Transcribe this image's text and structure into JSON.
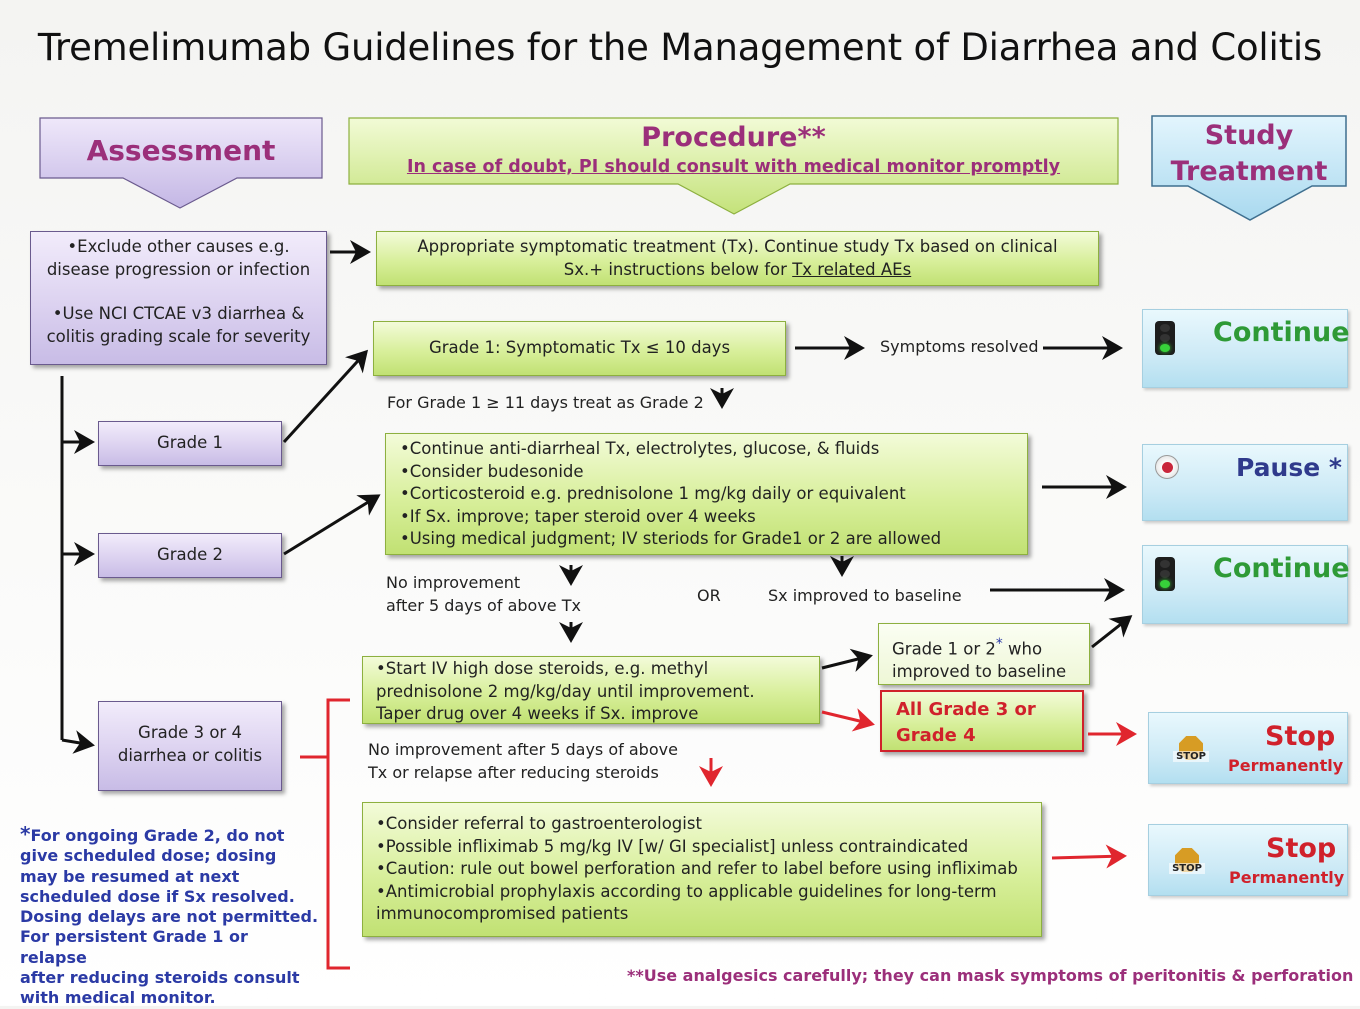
{
  "title": "Tremelimumab Guidelines for the Management of Diarrhea and Colitis",
  "headers": {
    "assessment": "Assessment",
    "procedure": "Procedure**",
    "procedure_sub": "In case of doubt, PI should consult with medical monitor promptly",
    "study_line1": "Study",
    "study_line2": "Treatment"
  },
  "assessment_box": {
    "line1": "•Exclude other causes e.g.",
    "line2": "disease progression or infection",
    "line3": "•Use NCI CTCAE v3 diarrhea &",
    "line4": "colitis grading scale for severity"
  },
  "symptomatic_box": {
    "line1": "Appropriate symptomatic treatment (Tx).  Continue study Tx based on clinical",
    "line2_prefix": "Sx.+ instructions below for ",
    "line2_link": "Tx related AEs"
  },
  "grade1_tx": "Grade 1: Symptomatic Tx ≤ 10 days",
  "symptoms_resolved": "Symptoms resolved",
  "grade1_note": "For Grade 1 ≥ 11 days treat as Grade 2",
  "grades": {
    "grade1": "Grade 1",
    "grade2": "Grade 2",
    "grade34_line1": "Grade 3 or 4",
    "grade34_line2": "diarrhea or colitis"
  },
  "grade2_box": [
    "•Continue anti-diarrheal Tx, electrolytes, glucose, & fluids",
    "•Consider budesonide",
    "•Corticosteroid e.g. prednisolone 1 mg/kg daily or equivalent",
    "•If Sx. improve; taper steroid over 4 weeks",
    "•Using medical judgment; IV steriods for Grade1 or 2 are allowed"
  ],
  "no_improvement_line1": "No improvement",
  "no_improvement_line2": "after 5 days of above Tx",
  "or": "OR",
  "sx_improved": "Sx improved to baseline",
  "iv_box": [
    "•Start IV high dose steroids, e.g. methyl",
    "prednisolone 2 mg/kg/day until improvement.",
    "Taper drug over 4 weeks if Sx. improve"
  ],
  "grade12_improved": {
    "line1_a": "Grade 1 or 2",
    "line1_sup": "*",
    "line1_b": " who",
    "line2": "improved  to baseline"
  },
  "all_grade34": {
    "line1": "All Grade 3 or",
    "line2": "Grade 4"
  },
  "relapse_line1": "No improvement after 5 days of above",
  "relapse_line2": "Tx or relapse after reducing steroids",
  "infliximab_box": [
    "•Consider referral to gastroenterologist",
    "•Possible infliximab 5 mg/kg IV [w/ GI specialist] unless contraindicated",
    "•Caution: rule out bowel perforation and refer to label before using infliximab",
    "•Antimicrobial prophylaxis according to applicable guidelines for long-term",
    "immunocompromised patients"
  ],
  "footnote": {
    "star": "*",
    "lines": [
      "For ongoing Grade 2, do not",
      "give scheduled dose; dosing",
      "may be resumed at next",
      "scheduled dose if Sx resolved.",
      "Dosing delays are not permitted.",
      "For persistent Grade 1 or relapse",
      "after reducing steroids consult",
      "with medical monitor."
    ]
  },
  "bottom_note": "**Use analgesics carefully; they can mask symptoms of peritonitis & perforation",
  "status": {
    "continue": "Continue",
    "pause": "Pause *",
    "stop": "Stop",
    "permanently": "Permanently",
    "stop_icon_text": "STOP"
  },
  "colors": {
    "green_box": "#d8ef9b",
    "purple_box": "#dcd2f0",
    "blue_box": "#cdeaf6",
    "header_text": "#9b2f7a",
    "continue": "#2e9a36",
    "pause": "#2f3a8c",
    "stop": "#d0212b",
    "note": "#2b3aa5"
  },
  "icons": [
    "traffic-light-icon",
    "pause-icon",
    "stop-sign-icon"
  ]
}
